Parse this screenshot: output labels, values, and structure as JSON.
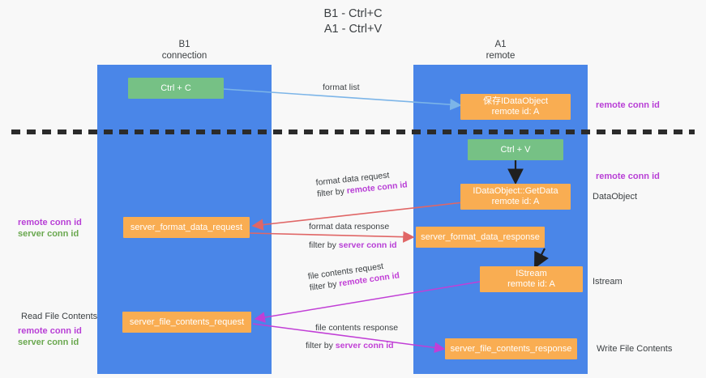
{
  "title": {
    "line1": "B1 - Ctrl+C",
    "line2": "A1 - Ctrl+V"
  },
  "columns": {
    "left": {
      "name": "B1",
      "role": "connection"
    },
    "right": {
      "name": "A1",
      "role": "remote"
    }
  },
  "nodes": {
    "ctrl_c": {
      "label": "Ctrl + C"
    },
    "save_idataobject": {
      "line1": "保存IDataObject",
      "line2": "remote id: A"
    },
    "ctrl_v": {
      "label": "Ctrl + V"
    },
    "getdata": {
      "line1": "IDataObject::GetData",
      "line2": "remote id: A"
    },
    "server_format_data_request": {
      "label": "server_format_data_request"
    },
    "server_format_data_response": {
      "label": "server_format_data_response"
    },
    "istream": {
      "line1": "IStream",
      "line2": "remote id: A"
    },
    "server_file_contents_request": {
      "label": "server_file_contents_request"
    },
    "server_file_contents_response": {
      "label": "server_file_contents_response"
    }
  },
  "edge_labels": {
    "format_list": "format list",
    "format_data_request": "format data request",
    "format_data_request_filter_prefix": "filter by ",
    "format_data_request_filter_key": "remote conn id",
    "format_data_response": "format data response",
    "format_data_response_filter_prefix": "filter by ",
    "format_data_response_filter_key": "server conn id",
    "file_contents_request": "file contents request",
    "file_contents_request_filter_prefix": "filter by ",
    "file_contents_request_filter_key": "remote conn id",
    "file_contents_response": "file contents response",
    "file_contents_response_filter_prefix": "filter by ",
    "file_contents_response_filter_key": "server conn id"
  },
  "annotations": {
    "right_top_remote_conn_id": "remote conn id",
    "right_mid_remote_conn_id": "remote conn id",
    "right_dataobject": "DataObject",
    "right_istream": "Istream",
    "right_write_file_contents": "Write File Contents",
    "left_mid_remote_conn_id": "remote conn id",
    "left_mid_server_conn_id": "server conn id",
    "left_read_file_contents": "Read File Contents",
    "left_bot_remote_conn_id": "remote conn id",
    "left_bot_server_conn_id": "server conn id"
  },
  "colors": {
    "lane": "#4a86e8",
    "node_orange": "#f9ad52",
    "node_green": "#76c185",
    "purple": "#b83fd6",
    "green_text": "#6aa84f",
    "arrow_blue": "#7cb5e8",
    "arrow_red": "#e06666",
    "arrow_magenta": "#c13fd6",
    "arrow_black": "#1f1f1f"
  }
}
